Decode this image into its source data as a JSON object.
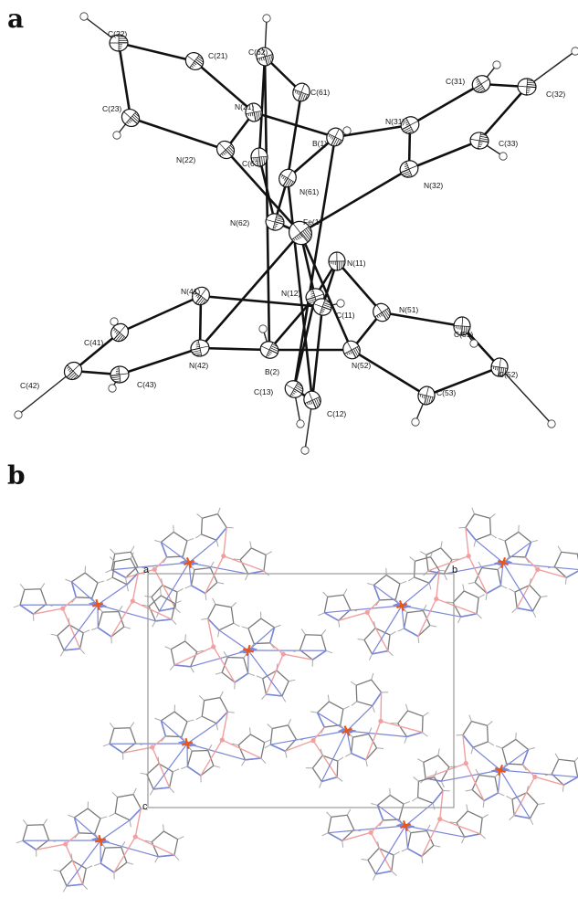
{
  "panels": [
    {
      "letter": "a"
    },
    {
      "letter": "b"
    }
  ],
  "panel_a": {
    "atom_labels": [
      "C(22)",
      "C(21)",
      "C(62)",
      "C(61)",
      "C(31)",
      "C(32)",
      "C(23)",
      "N(21)",
      "B(1)",
      "N(31)",
      "C(33)",
      "N(22)",
      "C(63)",
      "N(61)",
      "N(32)",
      "N(62)",
      "Fe(1)",
      "N(11)",
      "N(41)",
      "N(12)",
      "C(11)",
      "N(51)",
      "C(51)",
      "C(41)",
      "N(42)",
      "B(2)",
      "N(52)",
      "C(52)",
      "C(42)",
      "C(43)",
      "C(13)",
      "C(12)",
      "C(53)"
    ]
  },
  "panel_b": {
    "cell_labels": [
      "a",
      "b",
      "c"
    ],
    "colors": {
      "fe": "#e8561c",
      "n": "#7b86d8",
      "b": "#f0a0a0",
      "c": "#7a7a7a"
    }
  }
}
